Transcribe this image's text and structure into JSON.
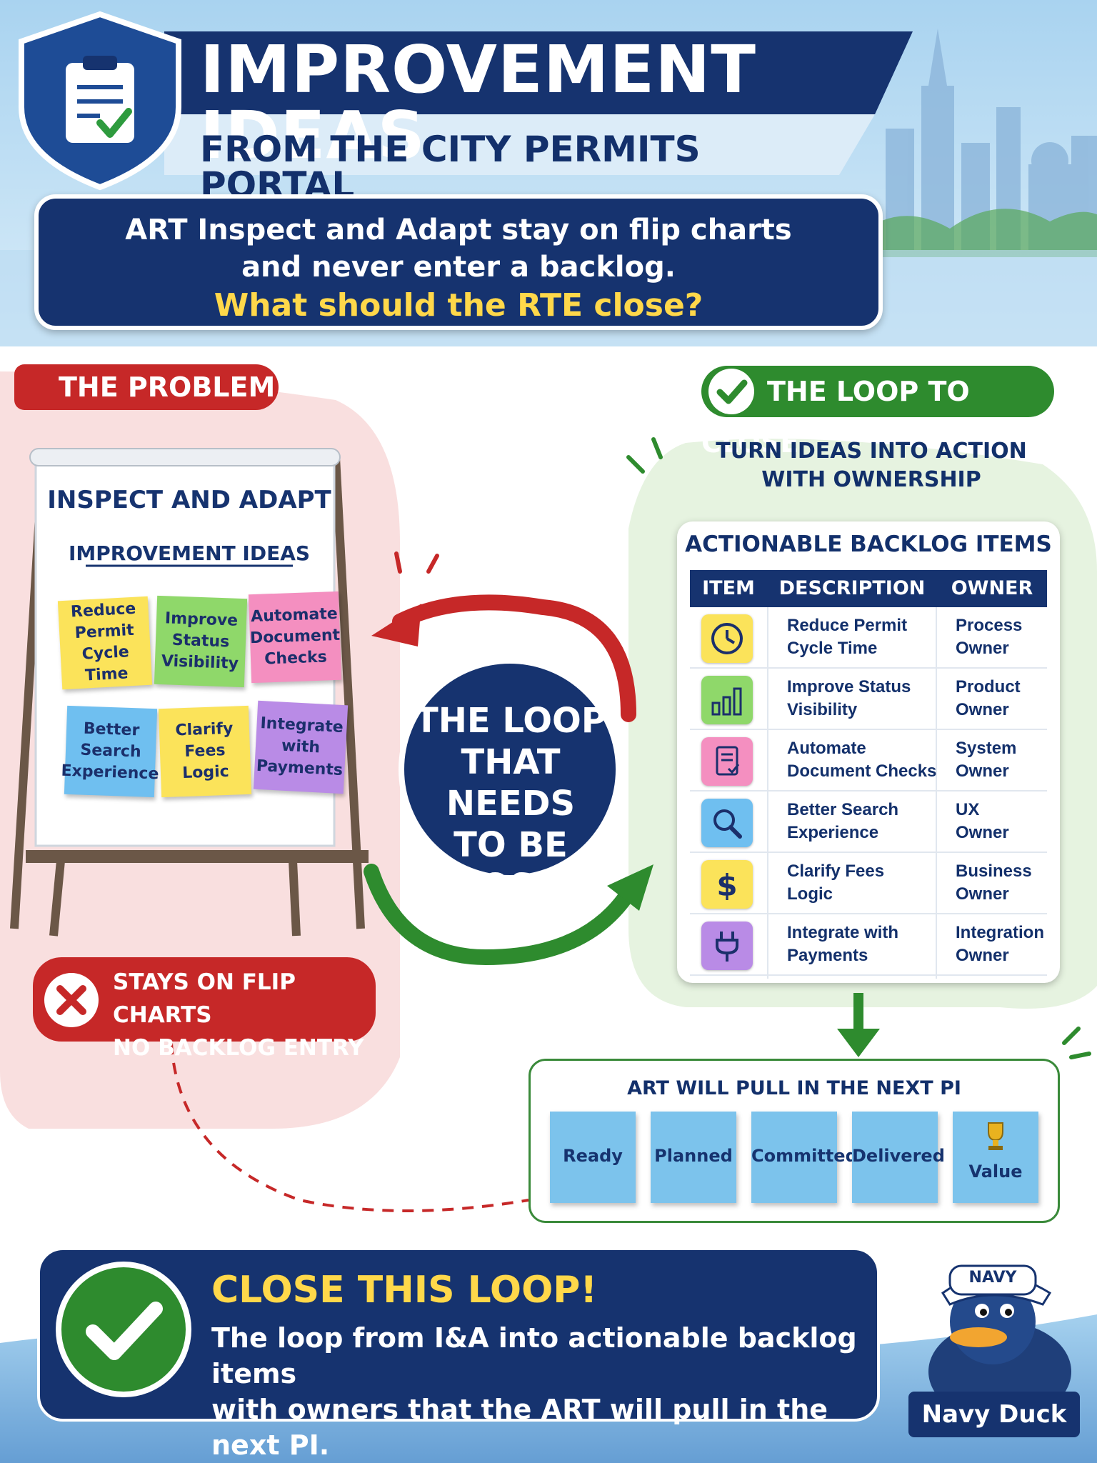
{
  "header": {
    "title": "IMPROVEMENT IDEAS",
    "subtitle": "FROM THE CITY PERMITS PORTAL",
    "question_line1": "ART Inspect and Adapt stay on flip charts",
    "question_line2": "and never enter a backlog.",
    "question_highlight": "What should the RTE close?"
  },
  "problem": {
    "banner": "THE PROBLEM",
    "flipchart_title": "INSPECT AND ADAPT",
    "flipchart_subtitle": "IMPROVEMENT IDEAS",
    "notes": [
      {
        "l1": "Reduce",
        "l2": "Permit",
        "l3": "Cycle Time",
        "color": "#fbe35a"
      },
      {
        "l1": "Improve",
        "l2": "Status",
        "l3": "Visibility",
        "color": "#8fd86a"
      },
      {
        "l1": "Automate",
        "l2": "Document",
        "l3": "Checks",
        "color": "#f48fc0"
      },
      {
        "l1": "Better",
        "l2": "Search",
        "l3": "Experience",
        "color": "#6fbff0"
      },
      {
        "l1": "Clarify",
        "l2": "Fees",
        "l3": "Logic",
        "color": "#fbe35a"
      },
      {
        "l1": "Integrate",
        "l2": "with",
        "l3": "Payments",
        "color": "#b98be6"
      }
    ],
    "status_line1": "STAYS ON FLIP CHARTS",
    "status_line2": "NO BACKLOG ENTRY"
  },
  "center": {
    "l1": "THE LOOP",
    "l2": "THAT NEEDS",
    "l3": "TO BE",
    "l4": "CLOSED"
  },
  "solution": {
    "banner": "THE LOOP TO CLOSE",
    "tagline_line1": "TURN IDEAS INTO ACTION",
    "tagline_line2": "WITH OWNERSHIP",
    "backlog_title": "ACTIONABLE BACKLOG ITEMS",
    "columns": [
      "ITEM",
      "DESCRIPTION",
      "OWNER"
    ],
    "rows": [
      {
        "d1": "Reduce Permit",
        "d2": "Cycle Time",
        "o1": "Process",
        "o2": "Owner",
        "icon": "clock-icon",
        "color": "#fbe35a"
      },
      {
        "d1": "Improve Status",
        "d2": "Visibility",
        "o1": "Product",
        "o2": "Owner",
        "icon": "bar-chart-icon",
        "color": "#8fd86a"
      },
      {
        "d1": "Automate",
        "d2": "Document Checks",
        "o1": "System",
        "o2": "Owner",
        "icon": "document-check-icon",
        "color": "#f48fc0"
      },
      {
        "d1": "Better Search",
        "d2": "Experience",
        "o1": "UX",
        "o2": "Owner",
        "icon": "magnifier-icon",
        "color": "#6fbff0"
      },
      {
        "d1": "Clarify Fees",
        "d2": "Logic",
        "o1": "Business",
        "o2": "Owner",
        "icon": "dollar-icon",
        "color": "#fbe35a"
      },
      {
        "d1": "Integrate with",
        "d2": "Payments",
        "o1": "Integration",
        "o2": "Owner",
        "icon": "plug-icon",
        "color": "#b98be6"
      }
    ],
    "pull_title": "ART WILL PULL IN THE NEXT PI",
    "stages": [
      "Ready",
      "Planned",
      "Committed",
      "Delivered",
      "Value"
    ]
  },
  "footer": {
    "title": "CLOSE THIS LOOP!",
    "line1": "The loop from I&A into actionable backlog items",
    "line2": "with owners that the ART will pull in the next PI.",
    "mascot_hat": "NAVY",
    "mascot_name": "Navy Duck"
  },
  "colors": {
    "navy": "#16336f",
    "red": "#c62828",
    "green": "#2e8b2e",
    "yellow": "#ffd84a",
    "sky": "#bfe0f5"
  }
}
